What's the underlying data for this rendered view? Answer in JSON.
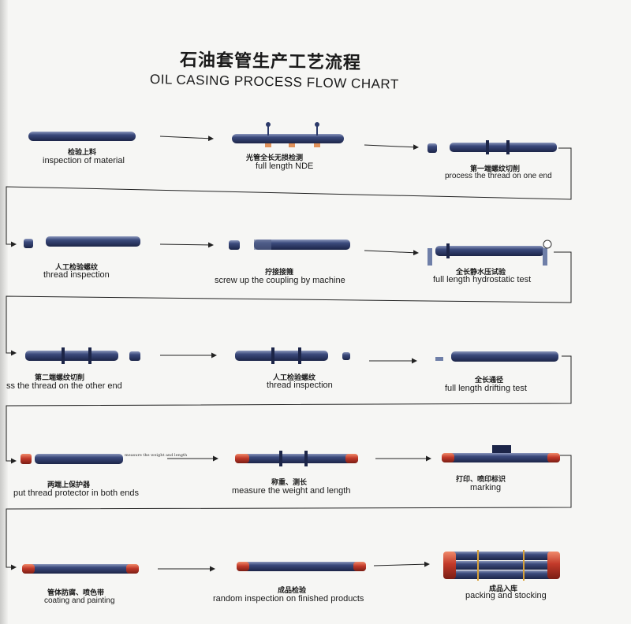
{
  "title": {
    "cn": "石油套管生产工艺流程",
    "en": "OIL CASING PROCESS FLOW CHART"
  },
  "steps": [
    {
      "cn": "检验上料",
      "en": "inspection of material"
    },
    {
      "cn": "光管全长无损检测",
      "en": "full length NDE"
    },
    {
      "cn": "第一端螺纹切削",
      "en": "process the thread on one end"
    },
    {
      "cn": "人工检验螺纹",
      "en": "thread inspection"
    },
    {
      "cn": "拧接接箍",
      "en": "screw up the coupling by machine"
    },
    {
      "cn": "全长静水压试验",
      "en": "full length hydrostatic test"
    },
    {
      "cn": "第二端螺纹切削",
      "en": "ss the thread on the other end"
    },
    {
      "cn": "人工检验螺纹",
      "en": "thread inspection"
    },
    {
      "cn": "全长通径",
      "en": "full length drifting test"
    },
    {
      "cn": "两端上保护器",
      "en": "put thread protector in both ends"
    },
    {
      "cn": "称重、测长",
      "en": "measure the weight and length"
    },
    {
      "cn": "打印、喷印标识",
      "en": "marking"
    },
    {
      "cn": "管体防腐、喷色带",
      "en": "coating and painting"
    },
    {
      "cn": "成品检验",
      "en": "random inspection on finished products"
    },
    {
      "cn": "成品入库",
      "en": "packing and stocking"
    }
  ],
  "annotations": {
    "weigh_note": "measure the weight and length"
  },
  "colors": {
    "pipe": "#2c3a6a",
    "pipe_highlight": "#6f7fa8",
    "protector": "#c23a2a",
    "line": "#222222"
  }
}
